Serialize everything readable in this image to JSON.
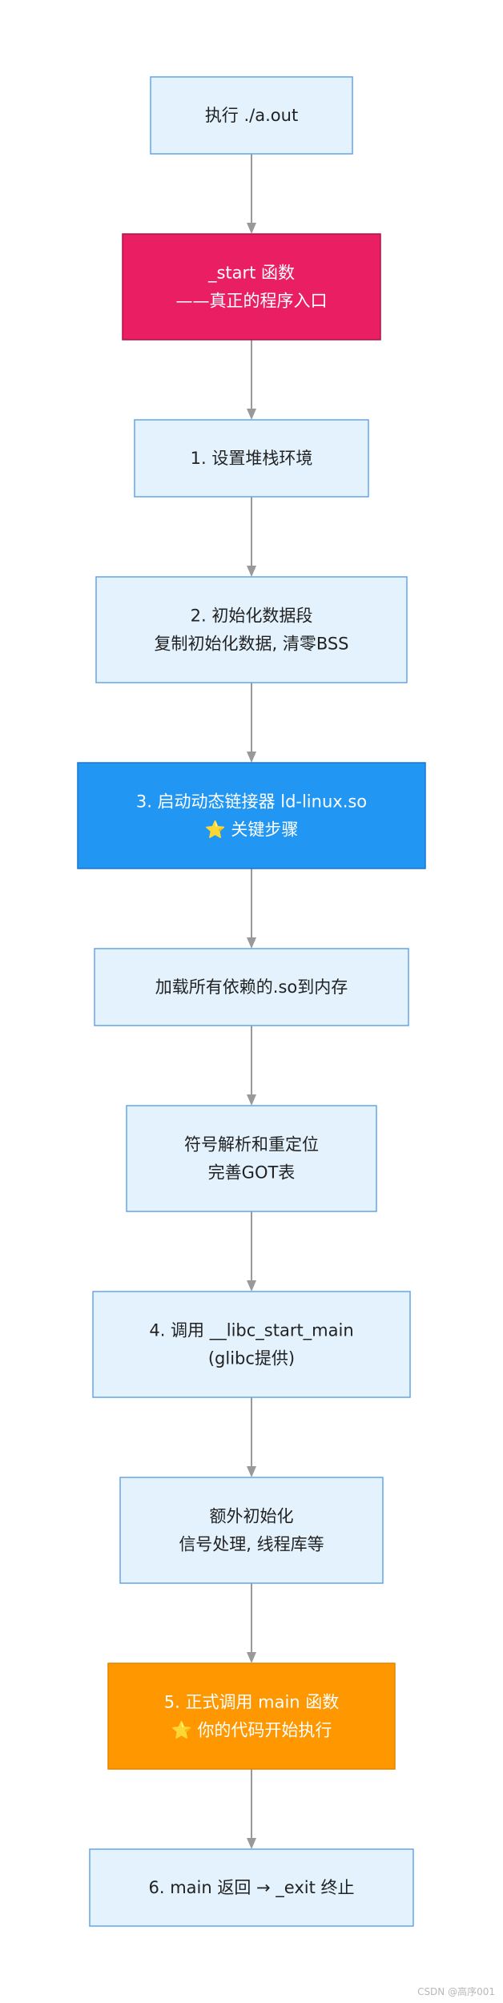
{
  "flow": {
    "nodes": [
      {
        "id": "run",
        "lines": [
          "执行 ./a.out"
        ],
        "style": "light"
      },
      {
        "id": "start-func",
        "lines": [
          "_start 函数",
          "——真正的程序入口"
        ],
        "style": "pink"
      },
      {
        "id": "stack-setup",
        "lines": [
          "1. 设置堆栈环境"
        ],
        "style": "light"
      },
      {
        "id": "data-init",
        "lines": [
          "2. 初始化数据段",
          "复制初始化数据, 清零BSS"
        ],
        "style": "light"
      },
      {
        "id": "dynamic-linker",
        "lines": [
          "3. 启动动态链接器 ld-linux.so",
          "⭐ 关键步骤"
        ],
        "style": "blue"
      },
      {
        "id": "load-so",
        "lines": [
          "加载所有依赖的.so到内存"
        ],
        "style": "light"
      },
      {
        "id": "relocation",
        "lines": [
          "符号解析和重定位",
          "完善GOT表"
        ],
        "style": "light"
      },
      {
        "id": "libc-start-main",
        "lines": [
          "4. 调用 __libc_start_main",
          "(glibc提供)"
        ],
        "style": "light"
      },
      {
        "id": "extra-init",
        "lines": [
          "额外初始化",
          "信号处理, 线程库等"
        ],
        "style": "light"
      },
      {
        "id": "call-main",
        "lines": [
          "5. 正式调用 main 函数",
          "⭐ 你的代码开始执行"
        ],
        "style": "orange"
      },
      {
        "id": "main-return",
        "lines": [
          "6. main 返回 → _exit 终止"
        ],
        "style": "light"
      }
    ]
  },
  "styles": {
    "light": {
      "fill": "#e3f2fd",
      "stroke": "#64a6e8",
      "text": "#222222"
    },
    "pink": {
      "fill": "#e91e63",
      "stroke": "#b0124a",
      "text": "#ffffff"
    },
    "blue": {
      "fill": "#2196f3",
      "stroke": "#1976d2",
      "text": "#ffffff"
    },
    "orange": {
      "fill": "#ff9800",
      "stroke": "#e08600",
      "text": "#ffffff"
    },
    "arrow": "#999999"
  },
  "watermark": "CSDN @高序001"
}
